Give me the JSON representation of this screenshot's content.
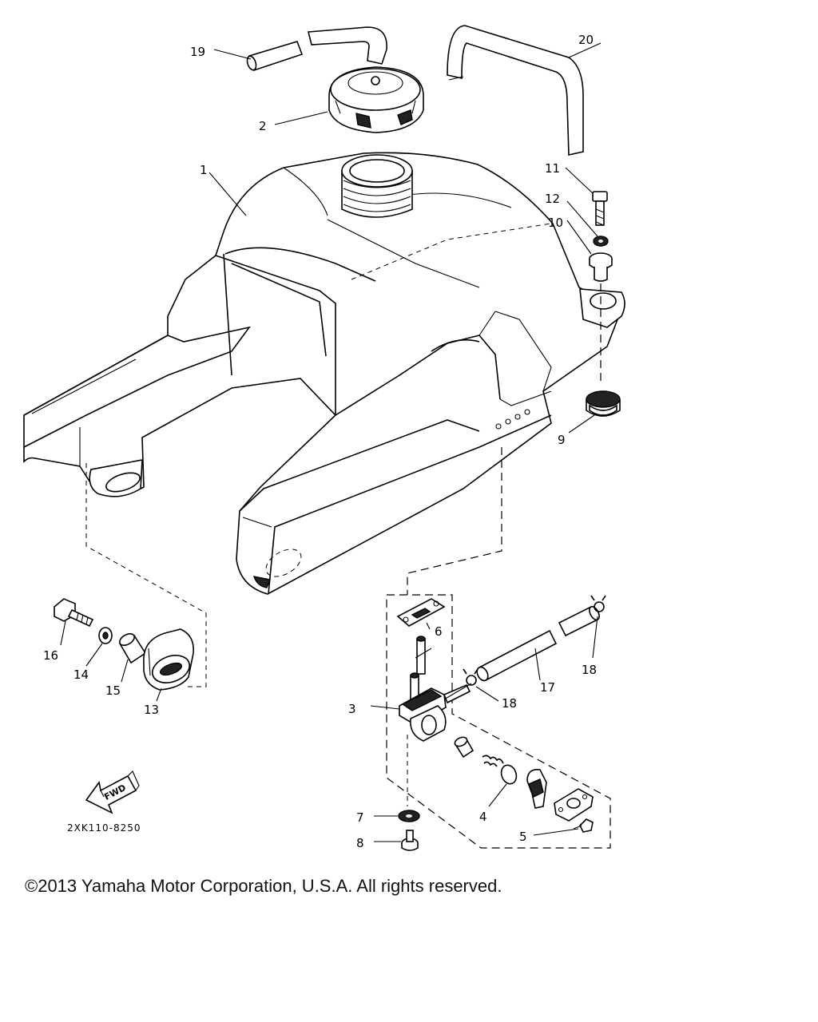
{
  "callouts": {
    "c1": "1",
    "c2": "2",
    "c3": "3",
    "c4": "4",
    "c5": "5",
    "c6": "6",
    "c7": "7",
    "c8": "8",
    "c9": "9",
    "c10": "10",
    "c11": "11",
    "c12": "12",
    "c13": "13",
    "c14": "14",
    "c15": "15",
    "c16": "16",
    "c17": "17",
    "c18a": "18",
    "c18b": "18",
    "c19": "19",
    "c20": "20"
  },
  "fwd_label": "FWD",
  "part_code": "2XK110-8250",
  "copyright": "©2013 Yamaha Motor Corporation, U.S.A. All rights reserved."
}
